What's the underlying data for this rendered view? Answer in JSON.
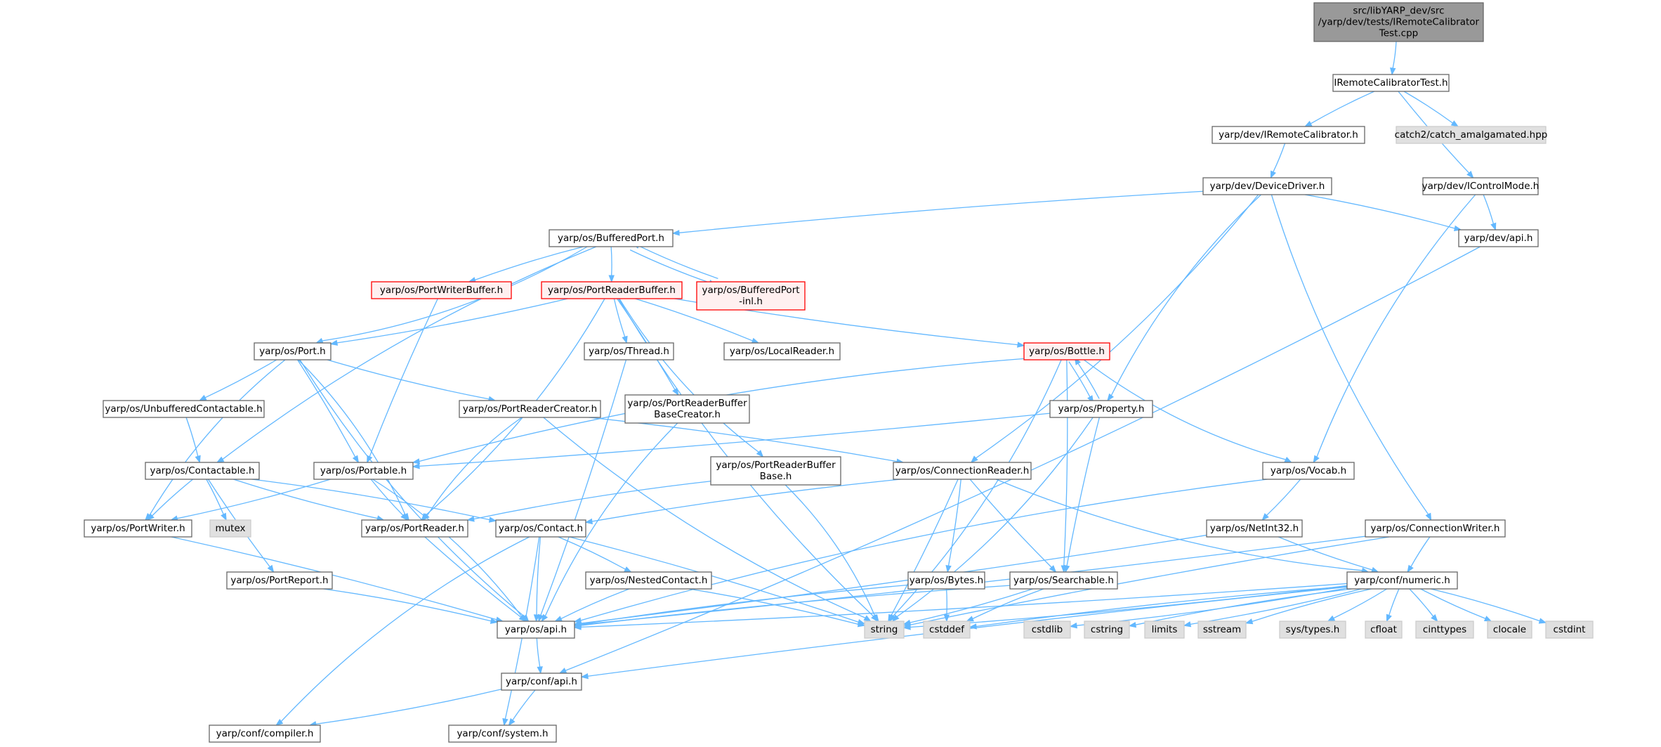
{
  "colors": {
    "edge": "#63b8ff",
    "root_fill": "#999999",
    "root_stroke": "#666666",
    "node_fill": "#ffffff",
    "node_stroke": "#666666",
    "sys_fill": "#e0e0e0",
    "sys_stroke": "#cccccc",
    "trunc_fill": "#fff0f0",
    "trunc_stroke": "#ff0000"
  },
  "nodes": [
    {
      "id": "root",
      "lines": [
        "src/libYARP_dev/src",
        "/yarp/dev/tests/IRemoteCalibrator",
        "Test.cpp"
      ],
      "style": "root"
    },
    {
      "id": "irct",
      "lines": [
        "IRemoteCalibratorTest.h"
      ],
      "style": "normal"
    },
    {
      "id": "irc",
      "lines": [
        "yarp/dev/IRemoteCalibrator.h"
      ],
      "style": "normal"
    },
    {
      "id": "catch2",
      "lines": [
        "catch2/catch_amalgamated.hpp"
      ],
      "style": "system"
    },
    {
      "id": "dd",
      "lines": [
        "yarp/dev/DeviceDriver.h"
      ],
      "style": "normal"
    },
    {
      "id": "icm",
      "lines": [
        "yarp/dev/IControlMode.h"
      ],
      "style": "normal"
    },
    {
      "id": "bp",
      "lines": [
        "yarp/os/BufferedPort.h"
      ],
      "style": "normal"
    },
    {
      "id": "devapi",
      "lines": [
        "yarp/dev/api.h"
      ],
      "style": "normal"
    },
    {
      "id": "pwb",
      "lines": [
        "yarp/os/PortWriterBuffer.h"
      ],
      "style": "trunc"
    },
    {
      "id": "prb",
      "lines": [
        "yarp/os/PortReaderBuffer.h"
      ],
      "style": "trunc"
    },
    {
      "id": "bpinl",
      "lines": [
        "yarp/os/BufferedPort",
        "-inl.h"
      ],
      "style": "trunc"
    },
    {
      "id": "port",
      "lines": [
        "yarp/os/Port.h"
      ],
      "style": "normal"
    },
    {
      "id": "thread",
      "lines": [
        "yarp/os/Thread.h"
      ],
      "style": "normal"
    },
    {
      "id": "lr",
      "lines": [
        "yarp/os/LocalReader.h"
      ],
      "style": "normal"
    },
    {
      "id": "bottle",
      "lines": [
        "yarp/os/Bottle.h"
      ],
      "style": "trunc"
    },
    {
      "id": "uc",
      "lines": [
        "yarp/os/UnbufferedContactable.h"
      ],
      "style": "normal"
    },
    {
      "id": "prc",
      "lines": [
        "yarp/os/PortReaderCreator.h"
      ],
      "style": "normal"
    },
    {
      "id": "prbbc",
      "lines": [
        "yarp/os/PortReaderBuffer",
        "BaseCreator.h"
      ],
      "style": "normal"
    },
    {
      "id": "prop",
      "lines": [
        "yarp/os/Property.h"
      ],
      "style": "normal"
    },
    {
      "id": "contactable",
      "lines": [
        "yarp/os/Contactable.h"
      ],
      "style": "normal"
    },
    {
      "id": "portable",
      "lines": [
        "yarp/os/Portable.h"
      ],
      "style": "normal"
    },
    {
      "id": "prbb",
      "lines": [
        "yarp/os/PortReaderBuffer",
        "Base.h"
      ],
      "style": "normal"
    },
    {
      "id": "cr",
      "lines": [
        "yarp/os/ConnectionReader.h"
      ],
      "style": "normal"
    },
    {
      "id": "vocab",
      "lines": [
        "yarp/os/Vocab.h"
      ],
      "style": "normal"
    },
    {
      "id": "pw",
      "lines": [
        "yarp/os/PortWriter.h"
      ],
      "style": "normal"
    },
    {
      "id": "mutex",
      "lines": [
        "mutex"
      ],
      "style": "system"
    },
    {
      "id": "pr",
      "lines": [
        "yarp/os/PortReader.h"
      ],
      "style": "normal"
    },
    {
      "id": "contact",
      "lines": [
        "yarp/os/Contact.h"
      ],
      "style": "normal"
    },
    {
      "id": "ni32",
      "lines": [
        "yarp/os/NetInt32.h"
      ],
      "style": "normal"
    },
    {
      "id": "cw",
      "lines": [
        "yarp/os/ConnectionWriter.h"
      ],
      "style": "normal"
    },
    {
      "id": "prep",
      "lines": [
        "yarp/os/PortReport.h"
      ],
      "style": "normal"
    },
    {
      "id": "nc",
      "lines": [
        "yarp/os/NestedContact.h"
      ],
      "style": "normal"
    },
    {
      "id": "bytes",
      "lines": [
        "yarp/os/Bytes.h"
      ],
      "style": "normal"
    },
    {
      "id": "search",
      "lines": [
        "yarp/os/Searchable.h"
      ],
      "style": "normal"
    },
    {
      "id": "numeric",
      "lines": [
        "yarp/conf/numeric.h"
      ],
      "style": "normal"
    },
    {
      "id": "osapi",
      "lines": [
        "yarp/os/api.h"
      ],
      "style": "normal"
    },
    {
      "id": "string",
      "lines": [
        "string"
      ],
      "style": "system"
    },
    {
      "id": "cstddef",
      "lines": [
        "cstddef"
      ],
      "style": "system"
    },
    {
      "id": "cstdlib",
      "lines": [
        "cstdlib"
      ],
      "style": "system"
    },
    {
      "id": "cstring",
      "lines": [
        "cstring"
      ],
      "style": "system"
    },
    {
      "id": "limits",
      "lines": [
        "limits"
      ],
      "style": "system"
    },
    {
      "id": "sstream",
      "lines": [
        "sstream"
      ],
      "style": "system"
    },
    {
      "id": "systypes",
      "lines": [
        "sys/types.h"
      ],
      "style": "system"
    },
    {
      "id": "cfloat",
      "lines": [
        "cfloat"
      ],
      "style": "system"
    },
    {
      "id": "cinttypes",
      "lines": [
        "cinttypes"
      ],
      "style": "system"
    },
    {
      "id": "clocale",
      "lines": [
        "clocale"
      ],
      "style": "system"
    },
    {
      "id": "cstdint",
      "lines": [
        "cstdint"
      ],
      "style": "system"
    },
    {
      "id": "confapi",
      "lines": [
        "yarp/conf/api.h"
      ],
      "style": "normal"
    },
    {
      "id": "compiler",
      "lines": [
        "yarp/conf/compiler.h"
      ],
      "style": "normal"
    },
    {
      "id": "system",
      "lines": [
        "yarp/conf/system.h"
      ],
      "style": "normal"
    }
  ],
  "edges": [
    [
      "root",
      "irct"
    ],
    [
      "irct",
      "irc"
    ],
    [
      "irct",
      "catch2"
    ],
    [
      "irct",
      "icm"
    ],
    [
      "irc",
      "dd"
    ],
    [
      "dd",
      "bp"
    ],
    [
      "dd",
      "devapi"
    ],
    [
      "dd",
      "prop"
    ],
    [
      "dd",
      "cr"
    ],
    [
      "dd",
      "cw"
    ],
    [
      "icm",
      "devapi"
    ],
    [
      "icm",
      "vocab"
    ],
    [
      "devapi",
      "confapi"
    ],
    [
      "bp",
      "pwb"
    ],
    [
      "bp",
      "prb"
    ],
    [
      "bp",
      "bpinl"
    ],
    [
      "bp",
      "port"
    ],
    [
      "bp",
      "contactable"
    ],
    [
      "bpinl",
      "bp"
    ],
    [
      "pwb",
      "portable"
    ],
    [
      "prb",
      "port"
    ],
    [
      "prb",
      "thread"
    ],
    [
      "prb",
      "lr"
    ],
    [
      "prb",
      "bottle"
    ],
    [
      "prb",
      "prbbc"
    ],
    [
      "prb",
      "prbb"
    ],
    [
      "prb",
      "pr"
    ],
    [
      "prb",
      "string"
    ],
    [
      "port",
      "uc"
    ],
    [
      "port",
      "prc"
    ],
    [
      "port",
      "portable"
    ],
    [
      "port",
      "pw"
    ],
    [
      "port",
      "pr"
    ],
    [
      "port",
      "osapi"
    ],
    [
      "uc",
      "contactable"
    ],
    [
      "prc",
      "pr"
    ],
    [
      "prc",
      "cr"
    ],
    [
      "prc",
      "string"
    ],
    [
      "thread",
      "osapi"
    ],
    [
      "prbbc",
      "osapi"
    ],
    [
      "bottle",
      "prop"
    ],
    [
      "bottle",
      "portable"
    ],
    [
      "bottle",
      "search"
    ],
    [
      "bottle",
      "vocab"
    ],
    [
      "bottle",
      "string"
    ],
    [
      "prop",
      "bottle"
    ],
    [
      "prop",
      "portable"
    ],
    [
      "prop",
      "search"
    ],
    [
      "prop",
      "string"
    ],
    [
      "contactable",
      "pw"
    ],
    [
      "contactable",
      "mutex"
    ],
    [
      "contactable",
      "pr"
    ],
    [
      "contactable",
      "contact"
    ],
    [
      "contactable",
      "prep"
    ],
    [
      "portable",
      "pw"
    ],
    [
      "portable",
      "pr"
    ],
    [
      "portable",
      "osapi"
    ],
    [
      "prbb",
      "pr"
    ],
    [
      "prbb",
      "string"
    ],
    [
      "cr",
      "contact"
    ],
    [
      "cr",
      "bytes"
    ],
    [
      "cr",
      "search"
    ],
    [
      "cr",
      "string"
    ],
    [
      "cr",
      "numeric"
    ],
    [
      "vocab",
      "ni32"
    ],
    [
      "vocab",
      "osapi"
    ],
    [
      "pw",
      "osapi"
    ],
    [
      "pr",
      "osapi"
    ],
    [
      "contact",
      "nc"
    ],
    [
      "contact",
      "osapi"
    ],
    [
      "contact",
      "string"
    ],
    [
      "contact",
      "compiler"
    ],
    [
      "contact",
      "system"
    ],
    [
      "ni32",
      "numeric"
    ],
    [
      "ni32",
      "osapi"
    ],
    [
      "cw",
      "numeric"
    ],
    [
      "cw",
      "osapi"
    ],
    [
      "cw",
      "string"
    ],
    [
      "prep",
      "osapi"
    ],
    [
      "nc",
      "osapi"
    ],
    [
      "nc",
      "string"
    ],
    [
      "bytes",
      "osapi"
    ],
    [
      "bytes",
      "cstddef"
    ],
    [
      "search",
      "osapi"
    ],
    [
      "search",
      "string"
    ],
    [
      "search",
      "cstddef"
    ],
    [
      "numeric",
      "osapi"
    ],
    [
      "numeric",
      "confapi"
    ],
    [
      "numeric",
      "string"
    ],
    [
      "numeric",
      "cstddef"
    ],
    [
      "numeric",
      "cstdlib"
    ],
    [
      "numeric",
      "cstring"
    ],
    [
      "numeric",
      "limits"
    ],
    [
      "numeric",
      "sstream"
    ],
    [
      "numeric",
      "systypes"
    ],
    [
      "numeric",
      "cfloat"
    ],
    [
      "numeric",
      "cinttypes"
    ],
    [
      "numeric",
      "clocale"
    ],
    [
      "numeric",
      "cstdint"
    ],
    [
      "osapi",
      "confapi"
    ],
    [
      "confapi",
      "compiler"
    ],
    [
      "confapi",
      "system"
    ]
  ]
}
